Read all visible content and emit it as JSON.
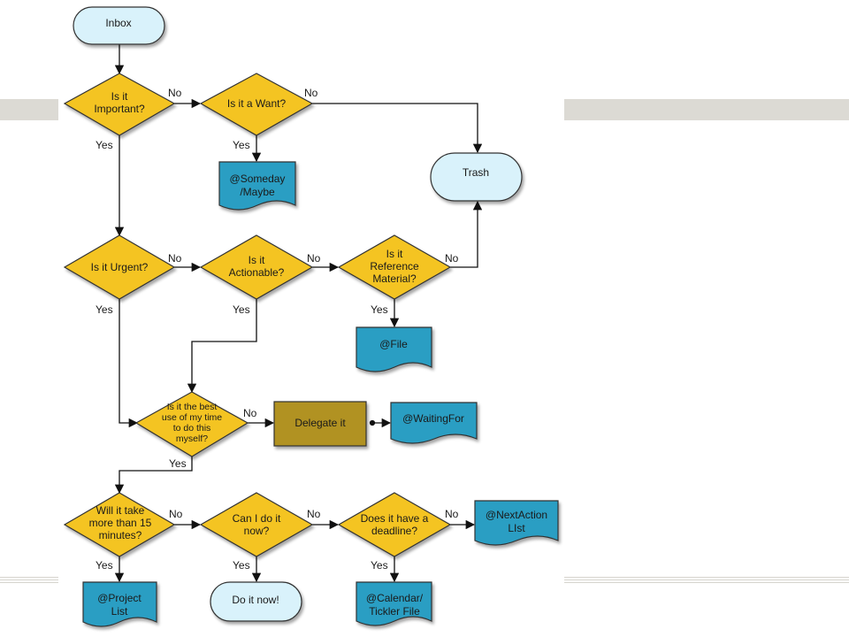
{
  "colors": {
    "decision": "#f4c424",
    "terminal": "#d9f2fb",
    "list": "#2a9ec3",
    "action": "#b19220",
    "outline": "#333333",
    "band": "#dcdad4"
  },
  "nodes": {
    "inbox": "Inbox",
    "q_important": [
      "Is it",
      "Important?"
    ],
    "q_want": "Is it a Want?",
    "someday": [
      "@Someday",
      "/Maybe"
    ],
    "trash": "Trash",
    "q_urgent": "Is it Urgent?",
    "q_actionable": [
      "Is it",
      "Actionable?"
    ],
    "q_reference": [
      "Is it",
      "Reference",
      "Material?"
    ],
    "file": "@File",
    "q_best_use": [
      "Is it the best",
      "use of my time",
      "to do this",
      "myself?"
    ],
    "delegate": "Delegate it",
    "waiting_for": "@WaitingFor",
    "q_15_minutes": [
      "Will it take",
      "more than 15",
      "minutes?"
    ],
    "q_do_now": [
      "Can I do it",
      "now?"
    ],
    "q_deadline": [
      "Does it have a",
      "deadline?"
    ],
    "next_action": [
      "@NextAction",
      "LIst"
    ],
    "project_list": [
      "@Project",
      "List"
    ],
    "do_it_now": "Do it now!",
    "calendar": [
      "@Calendar/",
      "Tickler File"
    ]
  },
  "edge_labels": {
    "yes": "Yes",
    "no": "No"
  }
}
